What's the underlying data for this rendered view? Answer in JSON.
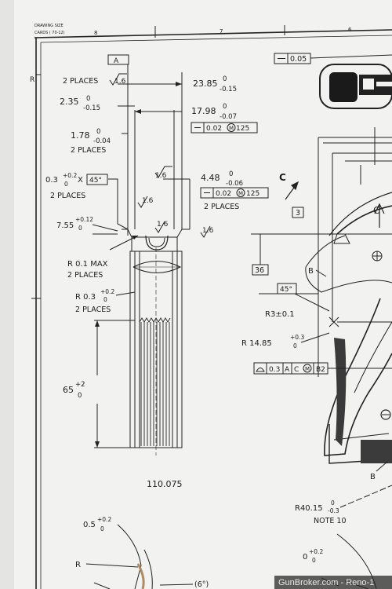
{
  "title_block": {
    "size_line_1": "DRAWING SIZE",
    "size_line_2": "CARDS ( 70-12)",
    "zone_8": "8",
    "zone_7": "7",
    "zone_6": "6",
    "zone_r": "R"
  },
  "callouts": {
    "datum_a": "A",
    "two_places_a": "2 PLACES",
    "finish_16_a": "1.6",
    "dim_2385": "23.85",
    "dim_2385_tol_top": "0",
    "dim_2385_tol_bot": "-0.15",
    "dim_235": "2.35",
    "dim_235_tol_top": "0",
    "dim_235_tol_bot": "-0.15",
    "dim_1798": "17.98",
    "dim_1798_tol_top": "0",
    "dim_1798_tol_bot": "-0.07",
    "gtol_1_val": "0.02",
    "gtol_1_mod": "M",
    "gtol_1_ref": "125",
    "dim_178": "1.78",
    "dim_178_tol_top": "0",
    "dim_178_tol_bot": "-0.04",
    "two_places_b": "2 PLACES",
    "chamfer_val": "0.3",
    "chamfer_tol_top": "+0.2",
    "chamfer_tol_bot": "0",
    "chamfer_x": "X",
    "chamfer_angle": "45°",
    "two_places_c": "2 PLACES",
    "finish_16_b": "1.6",
    "finish_16_c": "1.6",
    "finish_16_d": "1.6",
    "finish_16_e": "1.6",
    "dim_448": "4.48",
    "dim_448_tol_top": "0",
    "dim_448_tol_bot": "-0.06",
    "gtol_2_val": "0.02",
    "gtol_2_mod": "M",
    "gtol_2_ref": "125",
    "two_places_d": "2 PLACES",
    "dim_755": "7.55",
    "dim_755_tol_top": "+0.12",
    "dim_755_tol_bot": "0",
    "r01": "R 0.1 MAX",
    "two_places_e": "2 PLACES",
    "r03": "R 0.3",
    "r03_tol_top": "+0.2",
    "r03_tol_bot": "0",
    "two_places_f": "2 PLACES",
    "dim_65": "65",
    "dim_65_tol_top": "+2",
    "dim_65_tol_bot": "0",
    "part_ref": "110.075",
    "dim_05": "0.5",
    "dim_05_tol_top": "+0.2",
    "dim_05_tol_bot": "0",
    "label_r": "R",
    "angle_6": "(6°)",
    "flat_005": "0.05",
    "label_c1": "C",
    "label_c2": "C",
    "box_3": "3",
    "box_36": "36",
    "label_b1": "B",
    "angle_45": "45°",
    "r3": "R3±0.1",
    "r1485": "R 14.85",
    "r1485_tol_top": "+0.3",
    "r1485_tol_bot": "0",
    "profile_val": "0.3",
    "profile_a": "A",
    "profile_c": "C",
    "profile_m": "M",
    "profile_b2": "B2",
    "label_b2": "B",
    "r4015": "R40.15",
    "r4015_tol_top": "0",
    "r4015_tol_bot": "-0.3",
    "note_10": "NOTE 10",
    "dim_0": "0",
    "dim_0_tol_top": "+0.2",
    "dim_0_tol_bot": "0"
  },
  "watermark": "GunBroker.com - Reno-1"
}
